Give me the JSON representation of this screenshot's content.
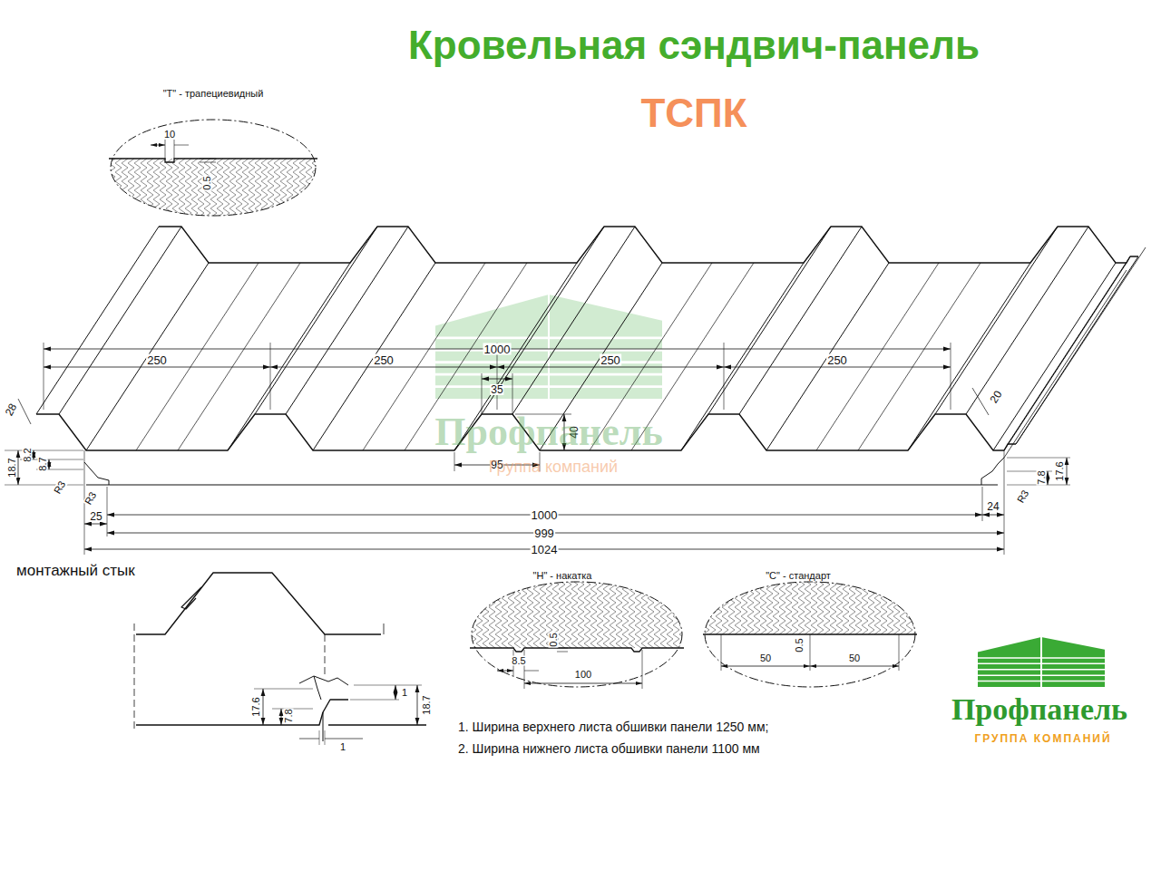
{
  "diagram": {
    "title": "Кровельная сэндвич-панель",
    "nodes": [
      {
        "text": [
          "\"Т\" - трапециевидный",
          "10",
          "0.5"
        ]
      },
      {
        "text": [
          "\"Н\" - накатка",
          "8.5",
          "0.5",
          "100"
        ]
      },
      {
        "text": [
          "\"С\" - стандарт",
          "0.5",
          "50",
          "50"
        ]
      }
    ],
    "labels": [
      "ТСПК",
      "1000",
      "250",
      "250",
      "250",
      "250",
      "35",
      "40",
      "95",
      "28",
      "20",
      "18.7",
      "8.2",
      "8.7",
      "R3",
      "R3",
      "R3",
      "7.8",
      "17.6",
      "1000",
      "25",
      "24",
      "999",
      "1024",
      "монтажный стык",
      "17.6",
      "7.8",
      "1",
      "18.7",
      "1",
      "1. Ширина верхнего листа обшивки панели 1250 мм;",
      "2. Ширина нижнего листа обшивки панели 1100 мм",
      "Профпанель",
      "Группа компаний",
      "Профпанель",
      "ГРУППА КОМПАНИЙ"
    ]
  }
}
